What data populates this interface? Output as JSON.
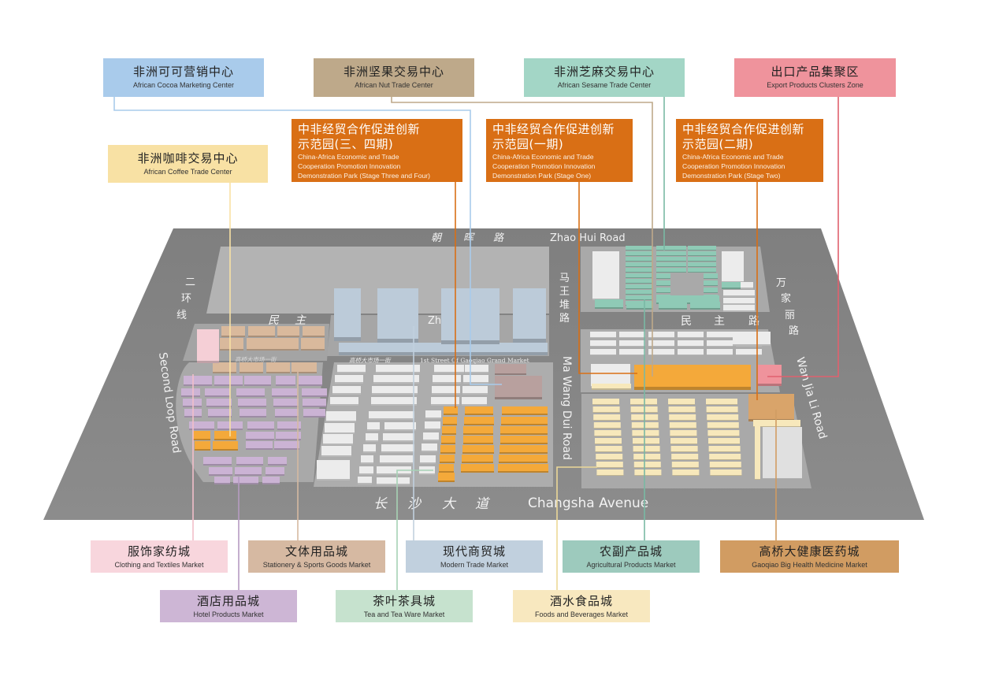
{
  "colors": {
    "cocoa": "#A9CBEB",
    "nut": "#BEA98A",
    "sesame": "#A3D6C6",
    "export": "#EF939C",
    "coffee": "#F8E1A4",
    "park": "#D96F15",
    "clothing": "#F8D6DD",
    "stationery": "#D6B9A2",
    "modern": "#C1D0DE",
    "agri": "#9DCABD",
    "health": "#D19C62",
    "hotel": "#CDB6D5",
    "tea": "#C6E2CE",
    "foods": "#F8E8BF",
    "road": "#8a8a8a",
    "ground": "#a9a9a9"
  },
  "top_labels": [
    {
      "id": "cocoa",
      "cn": "非洲可可营销中心",
      "en": "African Cocoa Marketing Center"
    },
    {
      "id": "nut",
      "cn": "非洲坚果交易中心",
      "en": "African Nut Trade Center"
    },
    {
      "id": "sesame",
      "cn": "非洲芝麻交易中心",
      "en": "African Sesame Trade Center"
    },
    {
      "id": "export",
      "cn": "出口产品集聚区",
      "en": "Export Products Clusters Zone"
    },
    {
      "id": "coffee",
      "cn": "非洲咖啡交易中心",
      "en": "African Coffee Trade Center"
    }
  ],
  "parks": [
    {
      "id": "stage34",
      "cn_line1": "中非经贸合作促进创新",
      "cn_line2": "示范园(三、四期)",
      "en_line1": "China-Africa Economic and Trade",
      "en_line2": "Cooperation Promotion Innovation",
      "en_line3": "Demonstration Park (Stage Three and Four)"
    },
    {
      "id": "stage1",
      "cn_line1": "中非经贸合作促进创新",
      "cn_line2": "示范园(一期)",
      "en_line1": "China-Africa Economic and Trade",
      "en_line2": "Cooperation Promotion Innovation",
      "en_line3": "Demonstration Park (Stage One)"
    },
    {
      "id": "stage2",
      "cn_line1": "中非经贸合作促进创新",
      "cn_line2": "示范园(二期)",
      "en_line1": "China-Africa Economic and Trade",
      "en_line2": "Cooperation Promotion Innovation",
      "en_line3": "Demonstration Park (Stage Two)"
    }
  ],
  "bottom_labels": [
    {
      "id": "clothing",
      "cn": "服饰家纺城",
      "en": "Clothing and Textiles Market"
    },
    {
      "id": "stationery",
      "cn": "文体用品城",
      "en": "Stationery & Sports Goods Market"
    },
    {
      "id": "modern",
      "cn": "现代商贸城",
      "en": "Modern Trade Market"
    },
    {
      "id": "agri",
      "cn": "农副产品城",
      "en": "Agricultural Products Market"
    },
    {
      "id": "health",
      "cn": "高桥大健康医药城",
      "en": "Gaoqiao Big Health Medicine Market"
    },
    {
      "id": "hotel",
      "cn": "酒店用品城",
      "en": "Hotel Products Market"
    },
    {
      "id": "tea",
      "cn": "茶叶茶具城",
      "en": "Tea and Tea Ware Market"
    },
    {
      "id": "foods",
      "cn": "酒水食品城",
      "en": "Foods and Beverages Market"
    }
  ],
  "roads": {
    "zhaohui_cn": [
      "朝",
      "晖",
      "路"
    ],
    "zhaohui_en": "Zhao Hui Road",
    "second_loop_cn": [
      "二",
      "环",
      "线"
    ],
    "second_loop_en": "Second Loop Road",
    "minzhu_cn_left": [
      "民",
      "主"
    ],
    "minzhu_en_fragment": "Zh",
    "minzhu_cn_right": [
      "民",
      "主",
      "路"
    ],
    "mawangdui_cn": [
      "马",
      "王",
      "堆",
      "路"
    ],
    "mawangdui_en": "Ma Wang Dui Road",
    "wanjiali_cn": [
      "万",
      "家",
      "丽",
      "路"
    ],
    "wanjiali_en": "Wan Jia Li Road",
    "changsha_cn": [
      "长",
      "沙",
      "大",
      "道"
    ],
    "changsha_en": "Changsha Avenue",
    "street1_cn": "高桥大市场一街",
    "street1_en": "1st Street Of Gaoqiao Grand Market",
    "street1_cn_left": "高桥大市场一街"
  }
}
